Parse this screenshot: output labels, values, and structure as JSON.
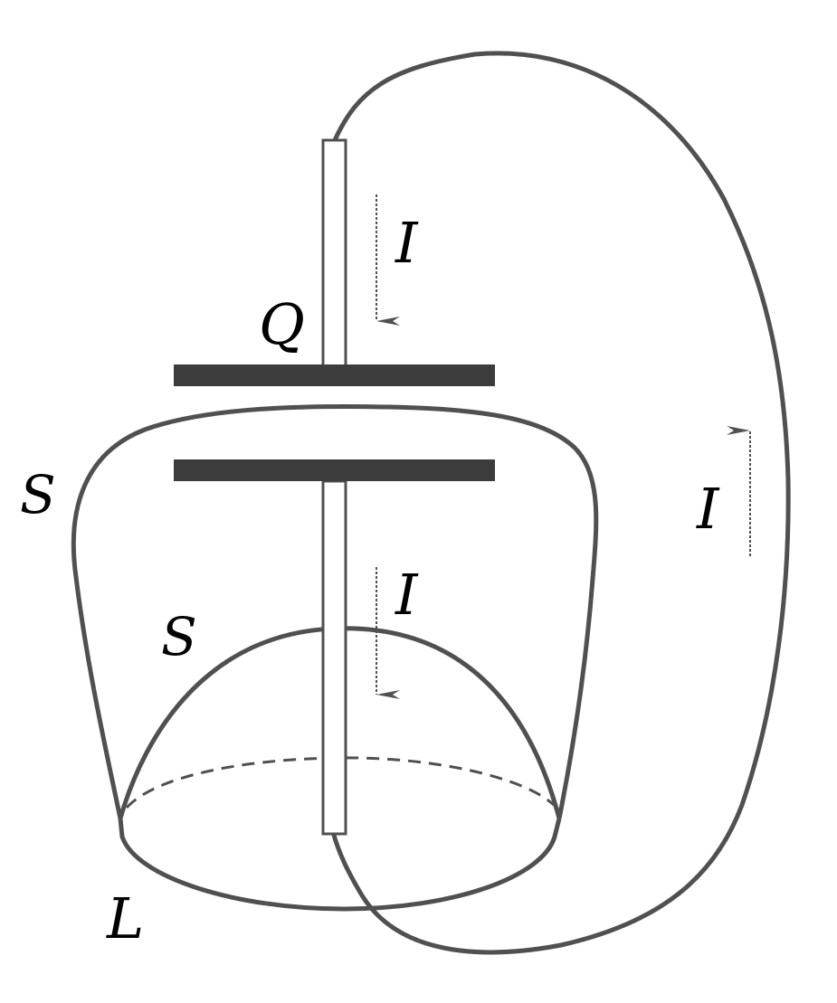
{
  "labels": {
    "charge": "Q",
    "current_top": "I",
    "current_lower": "I",
    "current_return": "I",
    "surface_outer": "S",
    "surface_inner": "S",
    "loop": "L"
  },
  "colors": {
    "stroke": "#505050",
    "plate": "#3c3c3c",
    "text": "#000000",
    "background": "#ffffff"
  }
}
